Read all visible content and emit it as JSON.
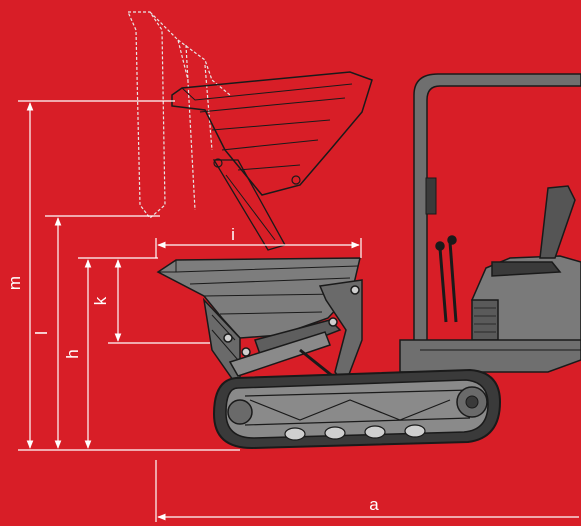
{
  "colors": {
    "background": "#d81e27",
    "dimension_line": "#ffffff",
    "machine_body": "#7a7a7a",
    "machine_dark": "#3a3a3a",
    "outline": "#1a1a1a",
    "ghost_outline": "#e8e8e8"
  },
  "dimensions": {
    "m": "m",
    "l": "l",
    "h": "h",
    "k": "k",
    "i": "i",
    "a": "a"
  }
}
